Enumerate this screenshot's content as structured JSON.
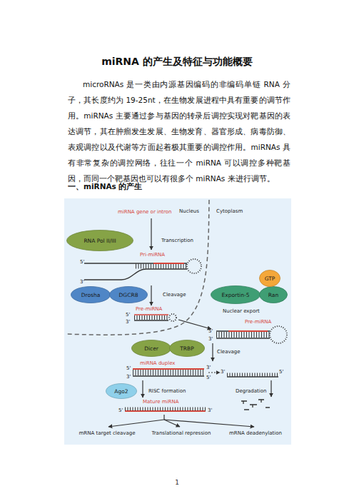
{
  "diagram": {
    "title": "miRNA 的产生及特征与功能概要",
    "nodes": [
      {
        "text": [
          "RNA Pol II/III"
        ]
      },
      {
        "text": [
          "Drosha"
        ]
      },
      {
        "text": [
          "DGCR8"
        ]
      },
      {
        "text": [
          "Exportin-5"
        ]
      },
      {
        "text": [
          "Ran"
        ]
      },
      {
        "text": [
          "GTP"
        ]
      },
      {
        "text": [
          "Dicer"
        ]
      },
      {
        "text": [
          "TRBP"
        ]
      },
      {
        "text": [
          "Ago2"
        ]
      }
    ],
    "labels": [
      "microRNAs 是一类由内源基因编码的非编码单链 RNA 分子，其长度约为 19-25nt，在生物发展进程中具有重要的调节作用。miRNAs 主要通过参与基因的转录后调控实现对靶基因的表达调节，其在肿瘤发生发展、生物发育、器官形成、病毒防御、表观调控以及代谢等方面起着极其重要的调控作用。miRNAs 具有非常复杂的调控网络，往往一个 miRNA 可以调控多种靶基因，而同一个靶基因也可以有很多个 miRNAs 来进行调节。",
      "一、miRNAs 的产生",
      "Nucleus",
      "Cytoplasm",
      "miRNA gene or intron",
      "Transcription",
      "Pri-miRNA",
      "5'",
      "3'",
      "Cleavage",
      "Pre-miRNA",
      "5'",
      "3'",
      "Nuclear export",
      "Pre-miRNA",
      "5'",
      "3'",
      "Cleavage",
      "miRNA duplex",
      "5'",
      "3'",
      "3'",
      "5'",
      "RISC formation",
      "3'",
      "5'",
      "Degradation",
      "Mature miRNA",
      "5'",
      "3'",
      "mRNA target cleavage",
      "Translational repression",
      "mRNA deadenylation",
      "1"
    ]
  }
}
